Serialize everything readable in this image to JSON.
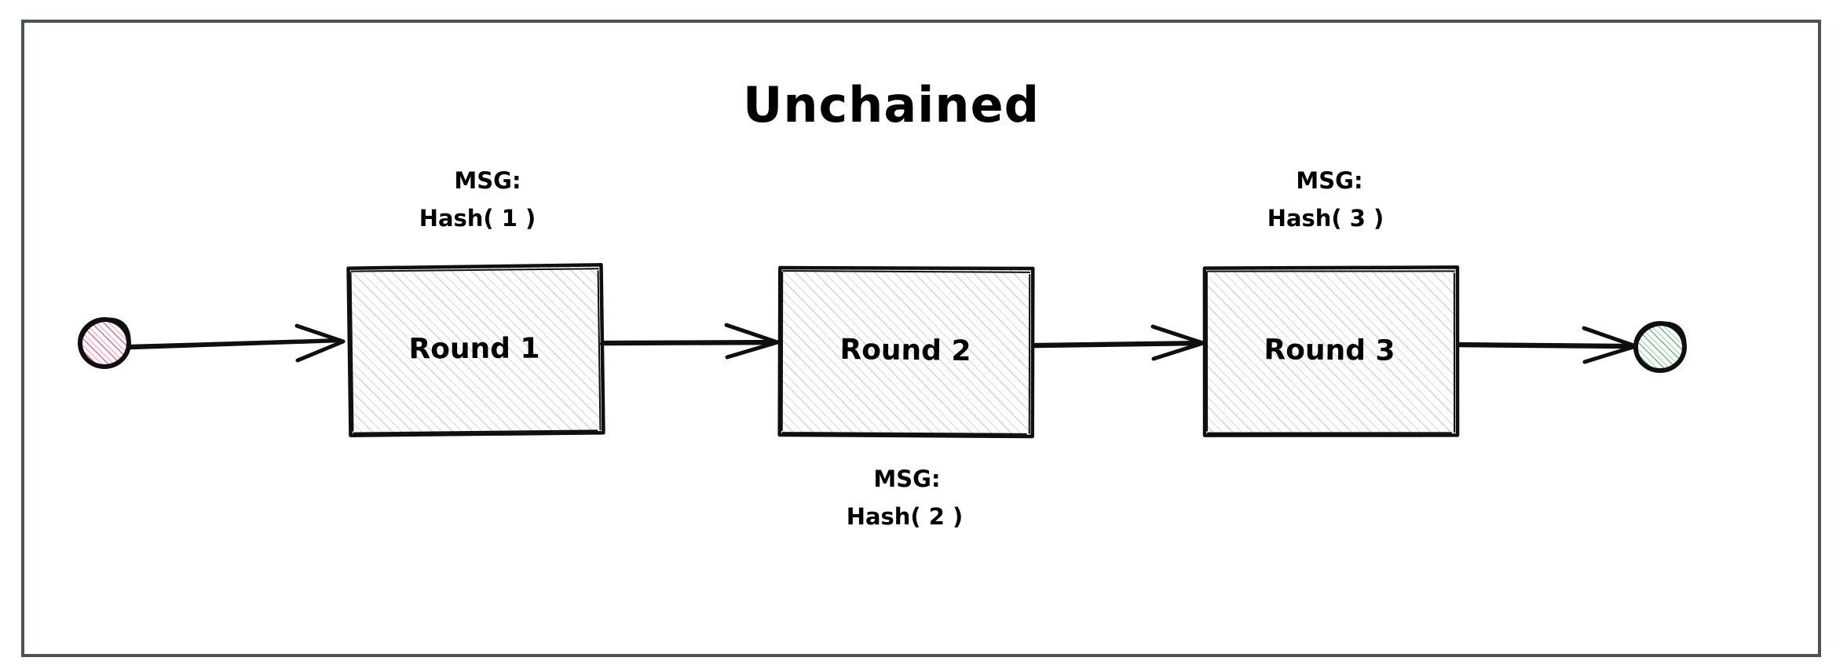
{
  "diagram": {
    "title": "Unchained",
    "frame": {
      "border_color": "#49535e",
      "background": "#ffffff"
    },
    "style": {
      "stroke": "#0f0f0f",
      "hatch_color": "#c3cbd6",
      "start_fill": "#e8537f",
      "start_fill_bg": "#fbe3ea",
      "end_fill": "#4fa463",
      "end_fill_bg": "#e0f0e2",
      "text_color": "#000000"
    },
    "nodes": [
      {
        "id": "start",
        "type": "start-circle",
        "label": "",
        "accent": "#e8537f"
      },
      {
        "id": "round-1",
        "type": "process-box",
        "label": "Round 1"
      },
      {
        "id": "round-2",
        "type": "process-box",
        "label": "Round 2"
      },
      {
        "id": "round-3",
        "type": "process-box",
        "label": "Round 3"
      },
      {
        "id": "end",
        "type": "end-circle",
        "label": "",
        "accent": "#4fa463"
      }
    ],
    "annotations": [
      {
        "id": "msg-1",
        "position": "above-round-1",
        "line1": "MSG:",
        "line2": "Hash( 1 )"
      },
      {
        "id": "msg-2",
        "position": "below-round-2",
        "line1": "MSG:",
        "line2": "Hash( 2 )"
      },
      {
        "id": "msg-3",
        "position": "above-round-3",
        "line1": "MSG:",
        "line2": "Hash( 3 )"
      }
    ],
    "edges": [
      {
        "id": "edge-start-r1",
        "from": "start",
        "to": "round-1",
        "arrowhead": "open"
      },
      {
        "id": "edge-r1-r2",
        "from": "round-1",
        "to": "round-2",
        "arrowhead": "open"
      },
      {
        "id": "edge-r2-r3",
        "from": "round-2",
        "to": "round-3",
        "arrowhead": "open"
      },
      {
        "id": "edge-r3-end",
        "from": "round-3",
        "to": "end",
        "arrowhead": "open"
      }
    ]
  }
}
